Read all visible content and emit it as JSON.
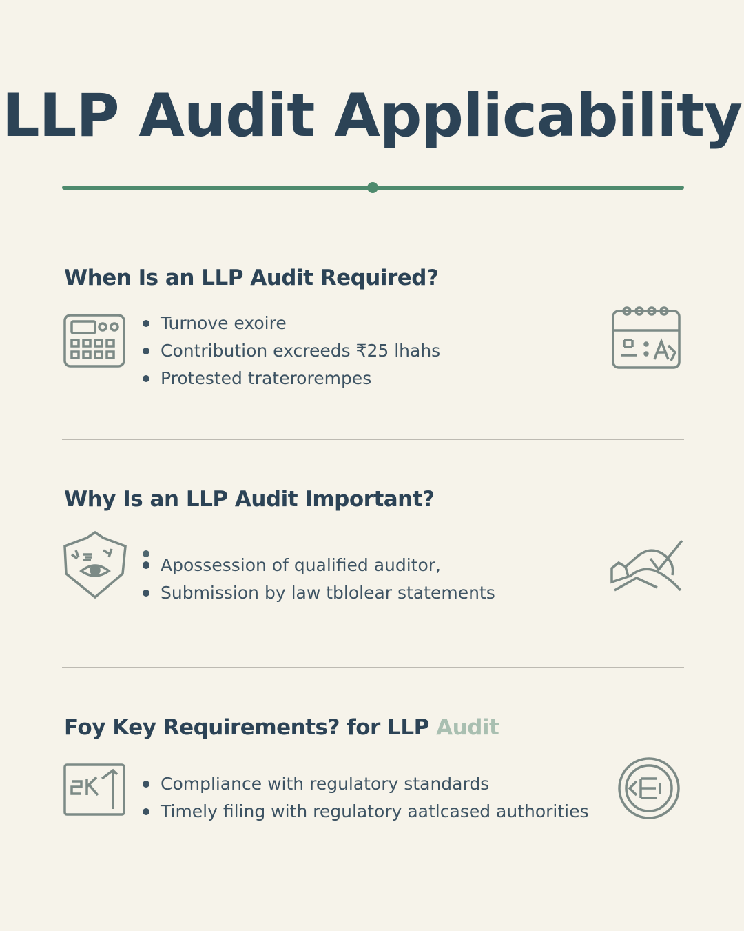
{
  "page": {
    "title": "LLP Audit Applicability",
    "accent_color": "#4e8a6d",
    "text_color": "#2c4356"
  },
  "sections": [
    {
      "heading": "When Is an LLP Audit Required?",
      "left_icon": "calculator-icon",
      "right_icon": "calendar-icon",
      "bullets": [
        "Turnove exoire",
        "Contribution excreeds ₹25 lhahs",
        "Protested traterorempes"
      ]
    },
    {
      "heading": "Why Is an LLP Audit Important?",
      "left_icon": "shield-eye-icon",
      "right_icon": "chart-checkmark-icon",
      "bullets": [
        "Apossession of qualified auditor,",
        "Submission by law tblolear statements"
      ]
    },
    {
      "heading": "Foy Key Requirements? for LLP",
      "heading_suffix": "Audit",
      "left_icon": "document-chart-icon",
      "right_icon": "seal-badge-icon",
      "bullets": [
        "Compliance with regulatory standards",
        "Timely filing with regulatory aatlcased authorities"
      ]
    }
  ]
}
